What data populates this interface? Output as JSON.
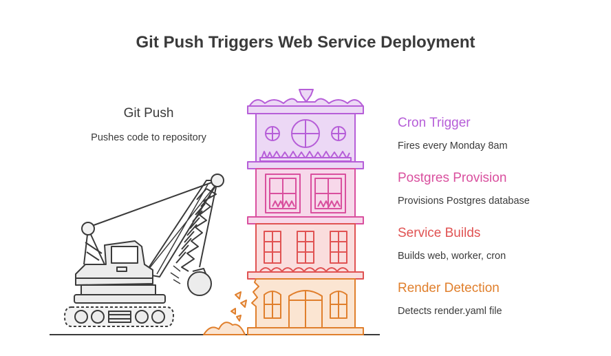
{
  "title": "Git Push Triggers Web Service Deployment",
  "git_push": {
    "title": "Git Push",
    "description": "Pushes code to repository",
    "color": "#3a3a3a"
  },
  "steps": [
    {
      "title": "Cron Trigger",
      "description": "Fires every Monday 8am",
      "color": "#b65ed8"
    },
    {
      "title": "Postgres Provision",
      "description": "Provisions Postgres database",
      "color": "#d94f9e"
    },
    {
      "title": "Service Builds",
      "description": "Builds web, worker, cron",
      "color": "#e05252"
    },
    {
      "title": "Render Detection",
      "description": "Detects render.yaml file",
      "color": "#e07f2c"
    }
  ],
  "building_colors": {
    "roof": "#b65ed8",
    "floor_purple": "#ecd8f5",
    "floor_pink_stroke": "#d94f9e",
    "floor_pink": "#f7d8ea",
    "floor_red_stroke": "#e05252",
    "floor_red": "#fadddd",
    "floor_orange_stroke": "#e07f2c",
    "floor_orange": "#fbe5d2"
  }
}
